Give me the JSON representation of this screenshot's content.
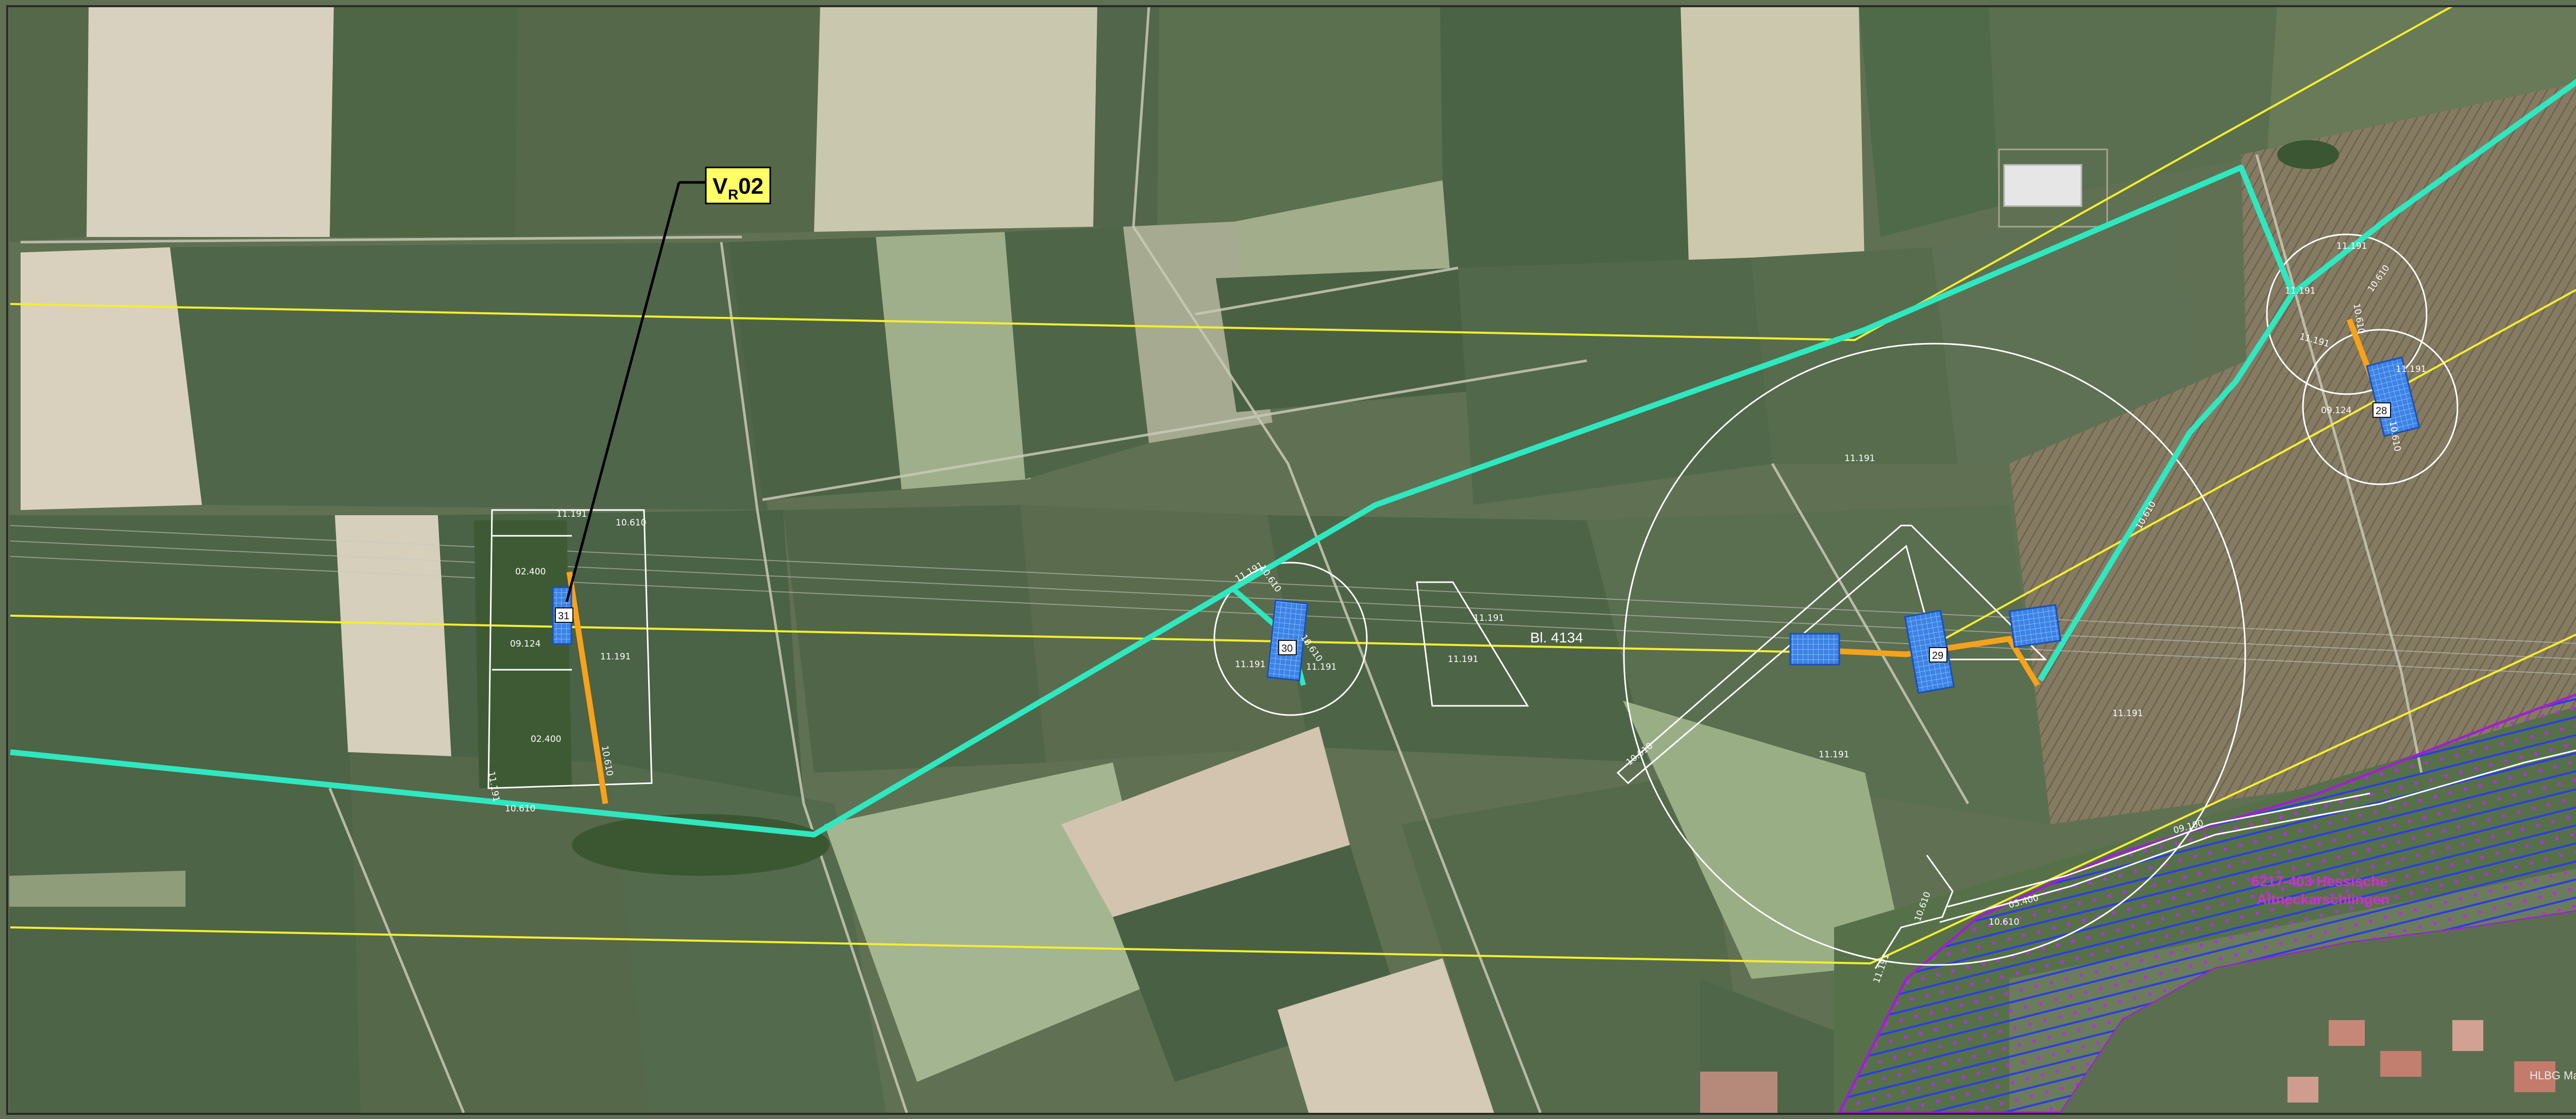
{
  "map": {
    "callout": {
      "letter": "V",
      "subscript": "R",
      "number": "02"
    },
    "road_label": "Bl. 4134",
    "natura_site": {
      "line1": "6217-403 Hessische",
      "line2": "Altneckarschlingen"
    },
    "copyright": "HLBG Maße & Fotos",
    "tower_numbers": [
      "31",
      "30",
      "29",
      "28"
    ],
    "parcel_labels": [
      "11.191",
      "10.610",
      "02.400",
      "09.124",
      "11.191",
      "02.400",
      "10.610",
      "11.191",
      "10.610",
      "10.610",
      "11.191",
      "11.191",
      "10.610",
      "11.191",
      "11.191",
      "11.191",
      "11.191",
      "10.610",
      "11.191",
      "10.610",
      "11.191",
      "11.191",
      "10.610",
      "11.191",
      "10.610",
      "11.191",
      "11.191",
      "10.610",
      "09.124",
      "05.400",
      "10.610",
      "09.100",
      "11.191",
      "10.610"
    ],
    "colors": {
      "existing_line": "#2ee8c0",
      "corridor_line": "#f5ee2e",
      "new_line": "#f7a21b",
      "tower_footprint": "#2f7de0",
      "natura_boundary": "#a020d0",
      "callout_fill": "#ffff66",
      "parcel_outline": "#ffffff"
    },
    "icons": [
      "tower-site-icon",
      "hatch-pattern-icon"
    ]
  }
}
